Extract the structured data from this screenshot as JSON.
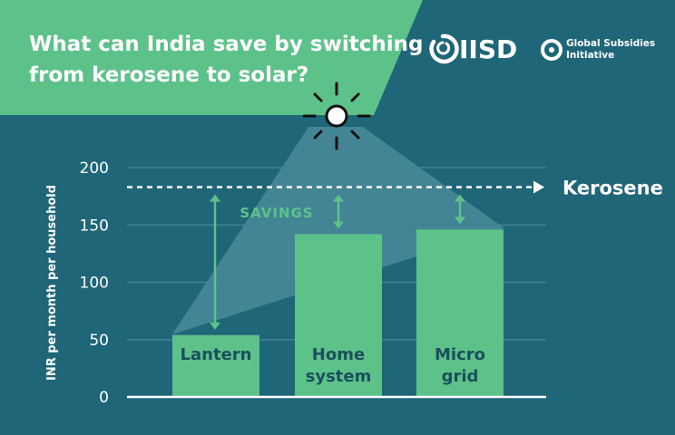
{
  "header": {
    "title_line1": "What can India save by switching",
    "title_line2": "from kerosene to solar?"
  },
  "logos": {
    "iisd": "IISD",
    "gsi_line1": "Global Subsidies",
    "gsi_line2": "Initiative"
  },
  "colors": {
    "background": "#1f6678",
    "title_panel": "#5dc28a",
    "bar": "#5dc28a",
    "light_cone": "#4a8b99",
    "text": "#ffffff",
    "bar_text": "#1b4f5c"
  },
  "chart_data": {
    "type": "bar",
    "title": "What can India save by switching from kerosene to solar?",
    "ylabel": "INR per month per household",
    "ylim": [
      0,
      200
    ],
    "yticks": [
      "0",
      "50",
      "100",
      "150",
      "200"
    ],
    "categories": [
      "Lantern",
      "Home system",
      "Micro grid"
    ],
    "category_lines": [
      [
        "Lantern"
      ],
      [
        "Home",
        "system"
      ],
      [
        "Micro",
        "grid"
      ]
    ],
    "values": [
      54,
      142,
      146
    ],
    "reference_line": {
      "label": "Kerosene",
      "value": 183,
      "style": "dashed"
    },
    "annotation": "SAVINGS",
    "grid": true
  }
}
